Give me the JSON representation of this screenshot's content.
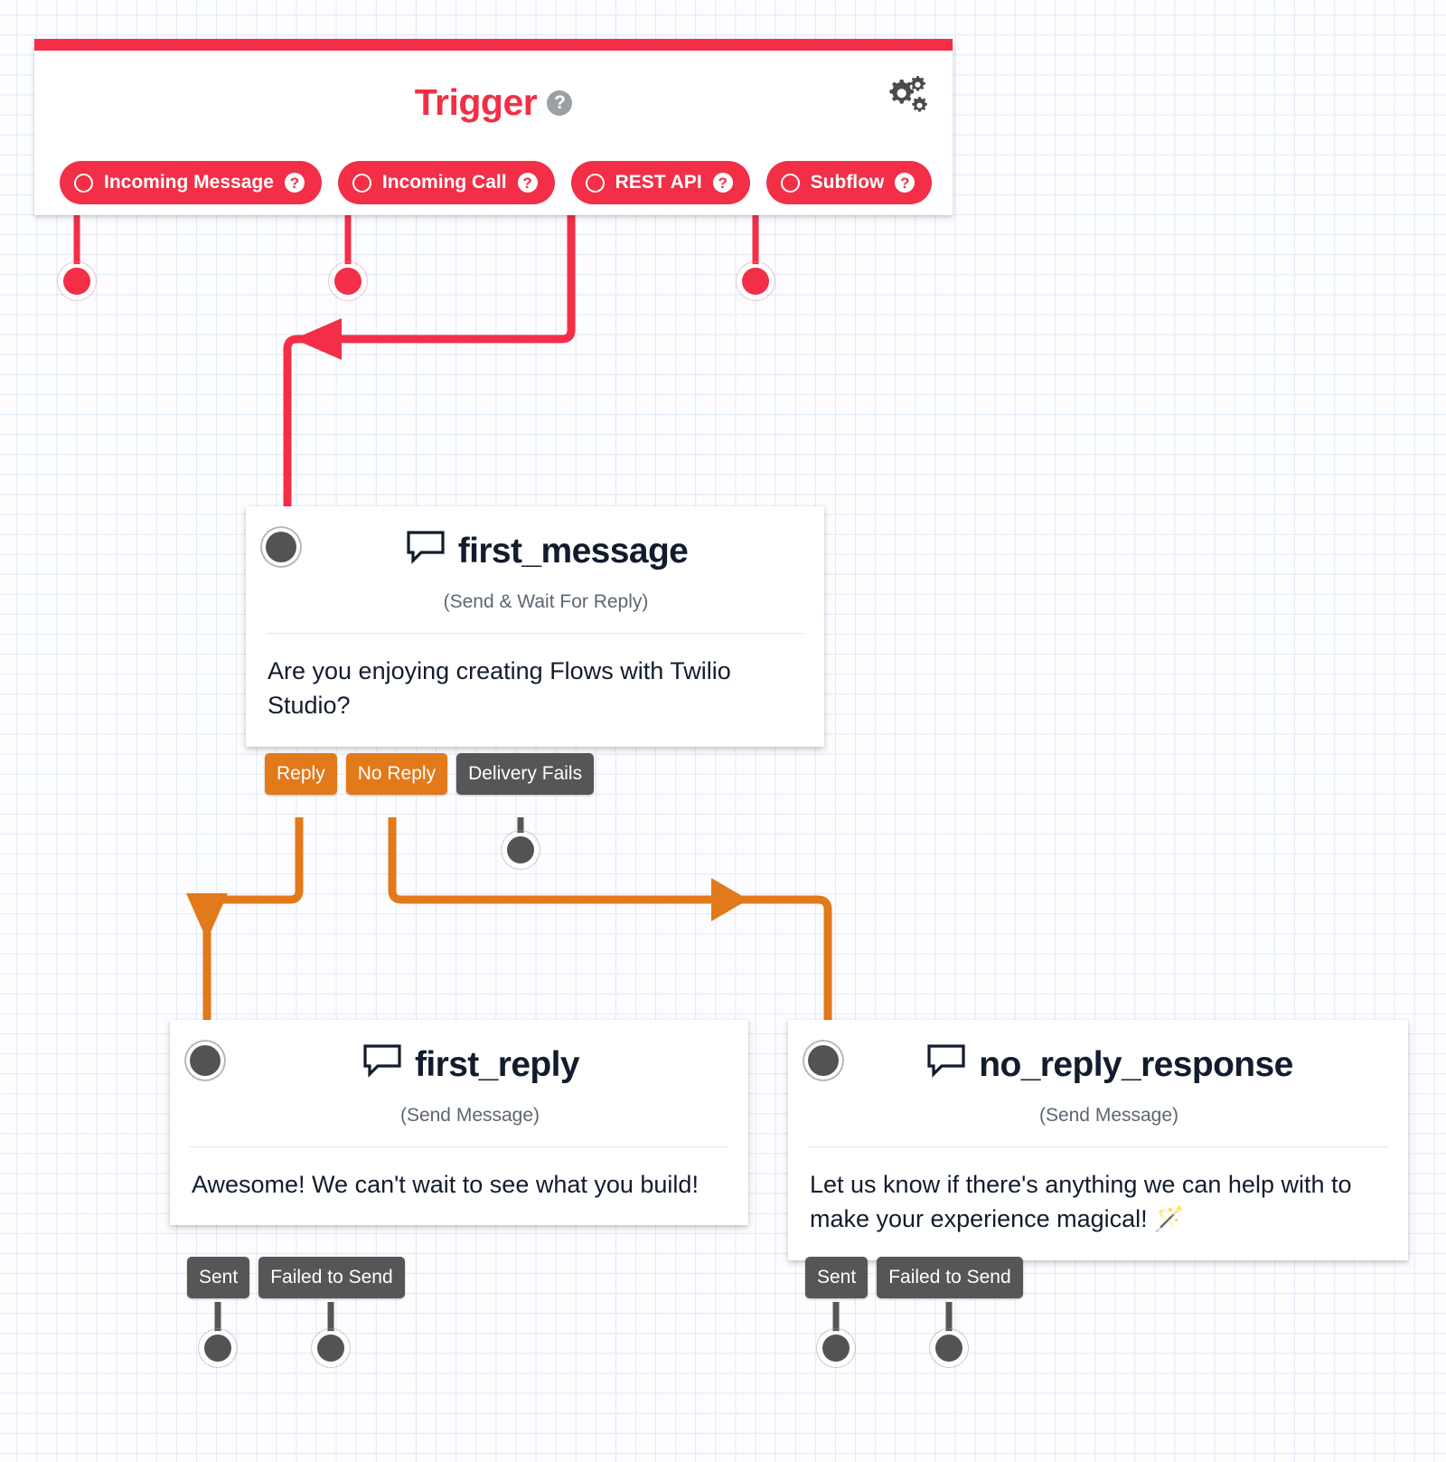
{
  "canvas": {
    "grid_color": "#dde9f7",
    "background": "#fdfdff"
  },
  "colors": {
    "trigger_red": "#f22f46",
    "transition_orange": "#e2791b",
    "transition_grey": "#565656",
    "node_title": "#121c2d",
    "node_subtitle": "#5c6670"
  },
  "trigger": {
    "title": "Trigger",
    "help_icon": "question-mark-icon",
    "settings_icon": "gears-icon",
    "chips": [
      {
        "label": "Incoming Message",
        "help": "?",
        "icon": "circle-outline-icon"
      },
      {
        "label": "Incoming Call",
        "help": "?",
        "icon": "circle-outline-icon"
      },
      {
        "label": "REST API",
        "help": "?",
        "icon": "circle-outline-icon"
      },
      {
        "label": "Subflow",
        "help": "?",
        "icon": "circle-outline-icon"
      }
    ]
  },
  "nodes": [
    {
      "id": "first_message",
      "title": "first_message",
      "icon": "chat-bubble-icon",
      "subtitle": "(Send & Wait For Reply)",
      "body": "Are you enjoying creating Flows with Twilio Studio?",
      "transitions": [
        {
          "label": "Reply",
          "style": "orange"
        },
        {
          "label": "No Reply",
          "style": "orange"
        },
        {
          "label": "Delivery Fails",
          "style": "grey"
        }
      ]
    },
    {
      "id": "first_reply",
      "title": "first_reply",
      "icon": "chat-bubble-icon",
      "subtitle": "(Send Message)",
      "body": "Awesome! We can't wait to see what you build!",
      "transitions": [
        {
          "label": "Sent",
          "style": "grey"
        },
        {
          "label": "Failed to Send",
          "style": "grey"
        }
      ]
    },
    {
      "id": "no_reply_response",
      "title": "no_reply_response",
      "icon": "chat-bubble-icon",
      "subtitle": "(Send Message)",
      "body": "Let us know if there's anything we can help with to make your experience magical! 🪄",
      "transitions": [
        {
          "label": "Sent",
          "style": "grey"
        },
        {
          "label": "Failed to Send",
          "style": "grey"
        }
      ]
    }
  ]
}
